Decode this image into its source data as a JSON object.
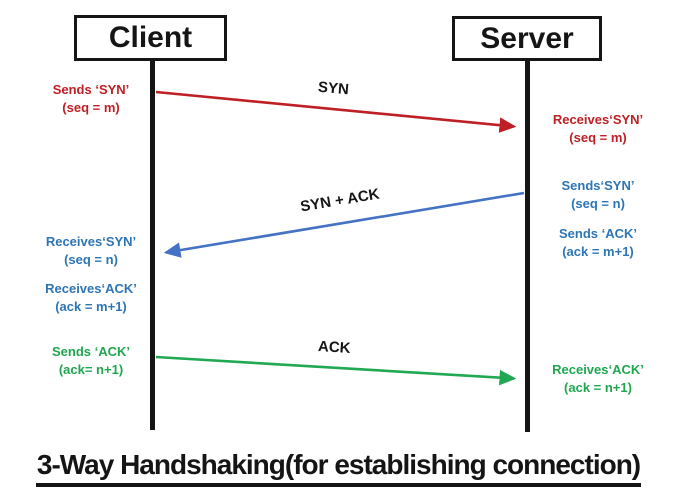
{
  "title": "3-Way Handshaking(for establishing connection)",
  "actors": {
    "client": "Client",
    "server": "Server"
  },
  "colors": {
    "syn": "#bf2026",
    "syn_ack_line": "#4472c4",
    "syn_ack_text": "#2e75b6",
    "ack": "#21a853",
    "lifeline": "#151515"
  },
  "messages": {
    "syn": "SYN",
    "syn_ack": "SYN + ACK",
    "ack": "ACK"
  },
  "client_notes": {
    "send_syn": {
      "l1": "Sends ‘SYN’",
      "l2": "(seq = m)"
    },
    "recv_syn": {
      "l1": "Receives‘SYN’",
      "l2": "(seq = n)"
    },
    "recv_ack": {
      "l1": "Receives‘ACK’",
      "l2": "(ack = m+1)"
    },
    "send_ack": {
      "l1": "Sends ‘ACK’",
      "l2": "(ack= n+1)"
    }
  },
  "server_notes": {
    "recv_syn": {
      "l1": "Receives‘SYN’",
      "l2": "(seq = m)"
    },
    "send_syn": {
      "l1": "Sends‘SYN’",
      "l2": "(seq = n)"
    },
    "send_ack": {
      "l1": "Sends ‘ACK’",
      "l2": "(ack = m+1)"
    },
    "recv_ack": {
      "l1": "Receives‘ACK’",
      "l2": "(ack = n+1)"
    }
  }
}
